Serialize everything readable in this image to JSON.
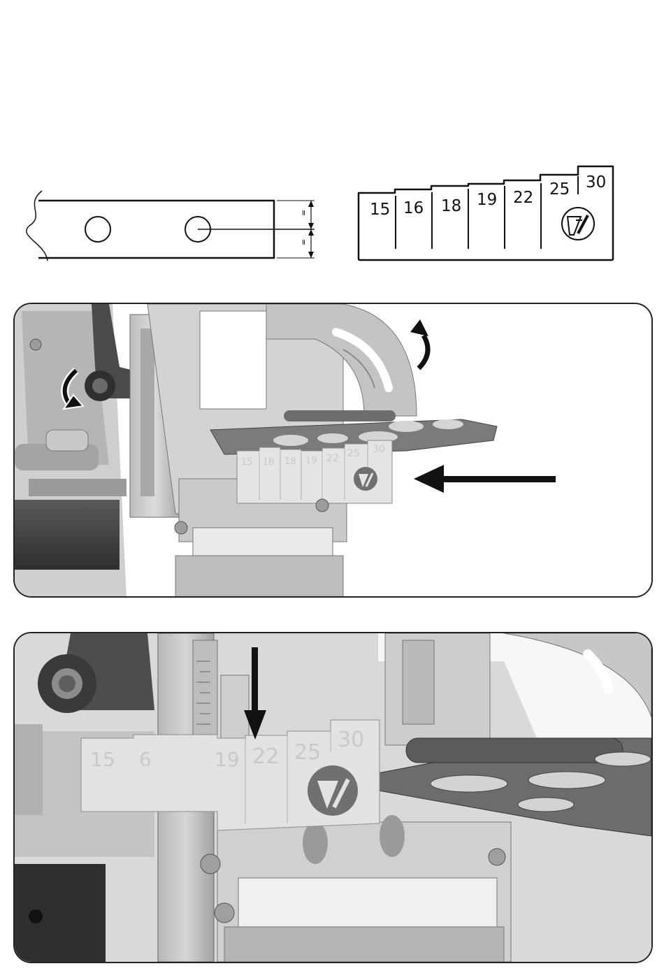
{
  "top_drawing": {
    "board_marks": [
      "=",
      "="
    ]
  },
  "gauge": {
    "steps": [
      "15",
      "16",
      "18",
      "19",
      "22",
      "25",
      "30"
    ],
    "logo": "logo-icon"
  },
  "panel1": {
    "gauge_labels": [
      "15",
      "16",
      "18",
      "19",
      "22",
      "25",
      "30"
    ],
    "arrows": [
      "rotate-ccw-arrow-icon",
      "rotate-cw-arrow-icon",
      "left-arrow-icon"
    ]
  },
  "panel2": {
    "gauge_labels": [
      "15",
      "6",
      "19",
      "22",
      "25",
      "30"
    ],
    "arrows": [
      "down-arrow-icon"
    ]
  }
}
